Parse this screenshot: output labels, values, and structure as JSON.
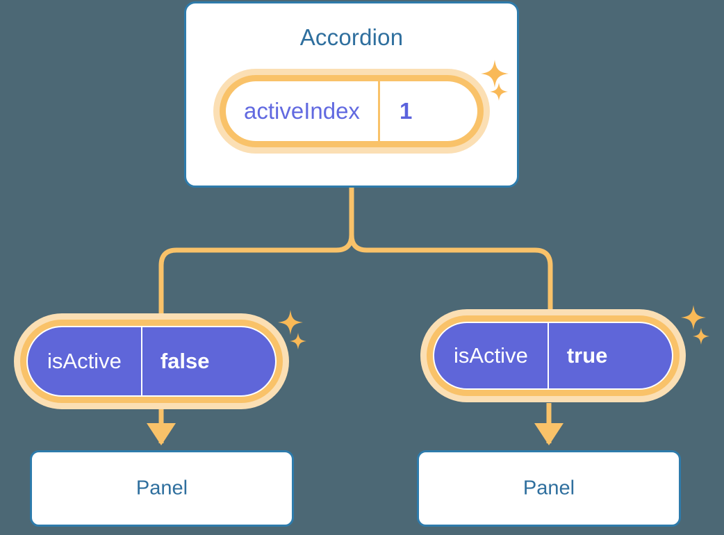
{
  "theme": {
    "background": "#4c6875",
    "card_bg": "#ffffff",
    "card_border": "#2e7bab",
    "title_color": "#2f6f9e",
    "accent_orange": "#f9c269",
    "accent_orange_glow": "#fbdfb4",
    "purple_fill": "#5f66d9",
    "purple_text": "#6169e0",
    "white": "#ffffff"
  },
  "tree": {
    "root": {
      "title": "Accordion",
      "state": {
        "key": "activeIndex",
        "value": "1"
      },
      "sparkle_icons": [
        "sparkle-large-icon",
        "sparkle-small-icon"
      ]
    },
    "branches": [
      {
        "side": "left",
        "state": {
          "key": "isActive",
          "value": "false"
        },
        "child": {
          "title": "Panel"
        },
        "sparkle_icons": [
          "sparkle-large-icon",
          "sparkle-small-icon"
        ],
        "arrow_icon": "arrow-down-icon"
      },
      {
        "side": "right",
        "state": {
          "key": "isActive",
          "value": "true"
        },
        "child": {
          "title": "Panel"
        },
        "sparkle_icons": [
          "sparkle-large-icon",
          "sparkle-small-icon"
        ],
        "arrow_icon": "arrow-down-icon"
      }
    ]
  },
  "connectors": {
    "type": "orthogonal-rounded",
    "color": "#f9c269",
    "stroke_width": 7
  }
}
